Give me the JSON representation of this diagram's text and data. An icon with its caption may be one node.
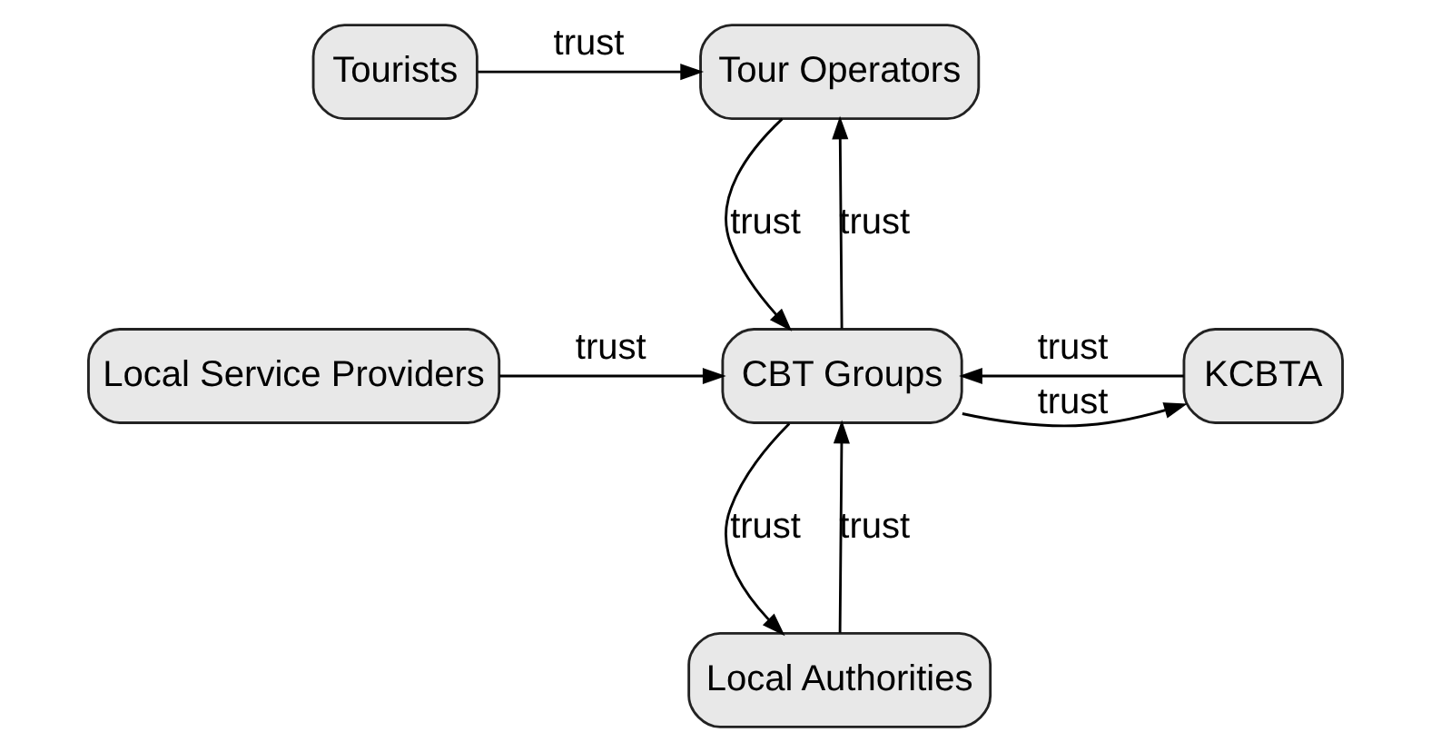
{
  "diagram": {
    "nodes": [
      {
        "text": [
          "Tourists"
        ]
      },
      {
        "text": [
          "Tour Operators"
        ]
      },
      {
        "text": [
          "Local Service Providers"
        ]
      },
      {
        "text": [
          "CBT Groups"
        ]
      },
      {
        "text": [
          "KCBTA"
        ]
      },
      {
        "text": [
          "Local Authorities"
        ]
      }
    ],
    "edges": [
      {
        "from": 0,
        "to": 1,
        "arrow": "to",
        "label": "trust"
      },
      {
        "from": 1,
        "to": 3,
        "arrow": "to",
        "label": "trust"
      },
      {
        "from": 3,
        "to": 1,
        "arrow": "to",
        "label": "trust"
      },
      {
        "from": 2,
        "to": 3,
        "arrow": "to",
        "label": "trust"
      },
      {
        "from": 4,
        "to": 3,
        "arrow": "to",
        "label": "trust"
      },
      {
        "from": 3,
        "to": 4,
        "arrow": "to",
        "label": "trust"
      },
      {
        "from": 3,
        "to": 5,
        "arrow": "to",
        "label": "trust"
      },
      {
        "from": 5,
        "to": 3,
        "arrow": "to",
        "label": "trust"
      }
    ]
  }
}
